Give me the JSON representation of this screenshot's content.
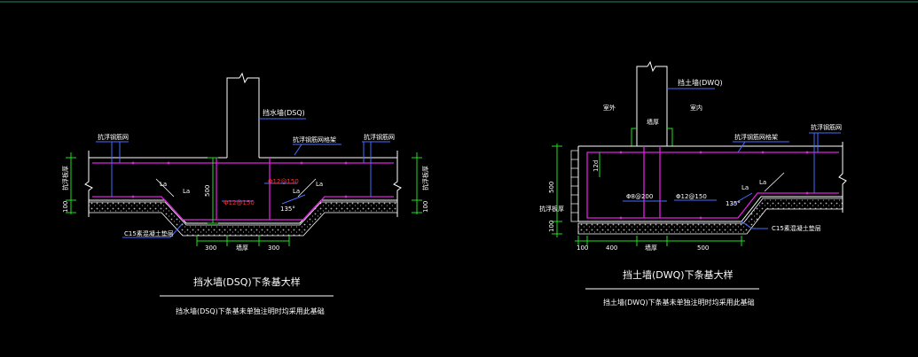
{
  "colors": {
    "background": "#000000",
    "outline": "#ffffff",
    "rebar": "#e020e0",
    "dimension": "#20e020",
    "leader": "#4a6cff",
    "rebar_label": "#ff3030",
    "concrete": "#b8b8b8",
    "top_rule": "#1e8a6a"
  },
  "left_detail": {
    "wall_label": "挡水墙(DSQ)",
    "rebar_top_label_left": "抗浮钢筋网",
    "rebar_top_label_mid": "抗浮钢筋网格架",
    "rebar_top_label_right": "抗浮钢筋网",
    "side_dim_left": "抗浮板厚",
    "side_dim_right": "抗浮板厚",
    "dim_100_left": "100",
    "dim_100_right": "100",
    "dim_500": "500",
    "lap_label_1": "La",
    "lap_label_2": "La",
    "lap_label_3": "La",
    "lap_label_4": "La",
    "rebar_label_1": "Φ12@150",
    "rebar_label_2": "Φ12@150",
    "angle_label": "135°",
    "concrete_label": "C15素混凝土垫层",
    "bottom_dim_1": "300",
    "bottom_dim_2": "墙厚",
    "bottom_dim_3": "300",
    "title": "挡水墙(DSQ)下条基大样",
    "subtitle": "挡水墙(DSQ)下条基未单独注明时均采用此基础"
  },
  "right_detail": {
    "wall_label": "挡土墙(DWQ)",
    "side_label_left": "室外",
    "side_label_right": "室内",
    "wall_thickness": "墙厚",
    "rebar_top_label": "抗浮钢筋网格架",
    "rebar_right_label": "抗浮钢筋网",
    "side_dim_left": "抗浮板厚",
    "dim_500": "500",
    "dim_100": "100",
    "dim_12d": "12d",
    "lap_label_1": "La",
    "lap_label_2": "La",
    "rebar_label_1": "Φ8@200",
    "rebar_label_2": "Φ12@150",
    "angle_label": "135°",
    "concrete_label": "C15素混凝土垫层",
    "bottom_dim_1": "100",
    "bottom_dim_2": "400",
    "bottom_dim_3": "墙厚",
    "bottom_dim_4": "500",
    "title": "挡土墙(DWQ)下条基大样",
    "subtitle": "挡土墙(DWQ)下条基未单独注明时均采用此基础"
  }
}
